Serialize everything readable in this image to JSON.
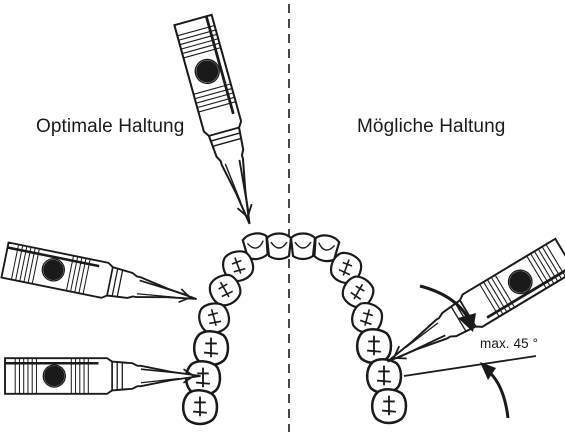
{
  "labels": {
    "left": "Optimale Haltung",
    "right": "Mögliche Haltung",
    "angle": "max. 45 °"
  },
  "colors": {
    "ink": "#1a1a1a",
    "fill": "#ffffff"
  },
  "instrument_icon": "dental-handpiece",
  "tooth_icon": "tooth-outline"
}
